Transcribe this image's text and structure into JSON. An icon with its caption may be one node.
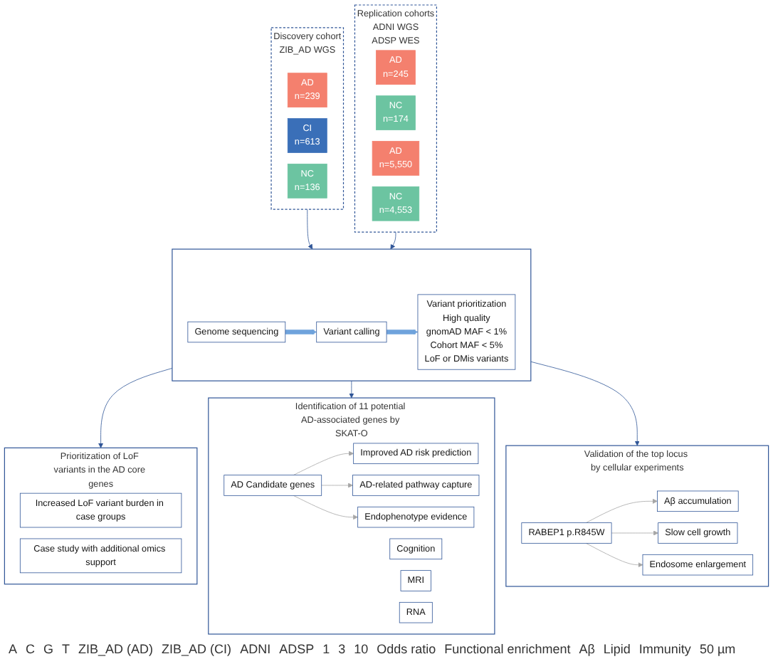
{
  "diagram": {
    "nodes": [
      {
        "text": [
          "Discovery cohort",
          "ZIB_AD WGS"
        ]
      },
      {
        "text": [
          "AD",
          "n=239"
        ],
        "in": 0
      },
      {
        "text": [
          "CI",
          "n=613"
        ],
        "in": 0
      },
      {
        "text": [
          "NC",
          "n=136"
        ],
        "in": 0
      },
      {
        "text": [
          "Replication cohorts",
          "ADNI WGS",
          "ADSP WES"
        ]
      },
      {
        "text": [
          "AD",
          "n=245"
        ],
        "in": 4
      },
      {
        "text": [
          "NC",
          "n=174"
        ],
        "in": 4
      },
      {
        "text": [
          "AD",
          "n=5,550"
        ],
        "in": 4
      },
      {
        "text": [
          "NC",
          "n=4,553"
        ],
        "in": 4
      },
      {
        "text": [],
        "shape": "box"
      },
      {
        "text": [
          "Genome sequencing"
        ],
        "in": 9
      },
      {
        "text": [
          "Variant calling"
        ],
        "in": 9
      },
      {
        "text": [
          "Variant prioritization",
          "High quality",
          "gnomAD MAF < 1%",
          "Cohort MAF < 5%",
          "LoF or DMis variants"
        ],
        "in": 9
      },
      {
        "text": [
          "Prioritization of LoF variants in the AD core genes"
        ]
      },
      {
        "text": [
          "Increased LoF variant burden in case groups"
        ],
        "in": 13
      },
      {
        "text": [
          "Case study with additional omics support"
        ],
        "in": 13
      },
      {
        "text": [
          "Identification of 11 potential AD-associated genes by SKAT-O"
        ]
      },
      {
        "text": [
          "AD Candidate genes"
        ],
        "in": 16
      },
      {
        "text": [
          "Improved AD risk prediction"
        ],
        "in": 16
      },
      {
        "text": [
          "AD-related pathway capture"
        ],
        "in": 16
      },
      {
        "text": [
          "Endophenotype evidence"
        ],
        "in": 16
      },
      {
        "text": [
          "Cognition"
        ],
        "in": 16
      },
      {
        "text": [
          "MRI"
        ],
        "in": 16
      },
      {
        "text": [
          "RNA"
        ],
        "in": 16
      },
      {
        "text": [
          "Validation of the top locus by cellular experiments"
        ]
      },
      {
        "text": [
          "RABEP1 p.R845W"
        ],
        "in": 24
      },
      {
        "text": [
          "Aβ accumulation"
        ],
        "in": 24
      },
      {
        "text": [
          "Slow cell growth"
        ],
        "in": 24
      },
      {
        "text": [
          "Endosome enlargement"
        ],
        "in": 24
      }
    ],
    "edges": [
      {
        "from": 0,
        "to": 9,
        "arrow": "to",
        "color": "#2f5597"
      },
      {
        "from": 4,
        "to": 9,
        "arrow": "to",
        "color": "#2f5597"
      },
      {
        "from": 10,
        "to": 11,
        "arrow": "to",
        "style": "thick",
        "color": "#6fa3dc"
      },
      {
        "from": 11,
        "to": 12,
        "arrow": "to",
        "style": "thick",
        "color": "#6fa3dc"
      },
      {
        "from": 9,
        "to": 13,
        "arrow": "to",
        "color": "#2f5597"
      },
      {
        "from": 9,
        "to": 16,
        "arrow": "to",
        "color": "#2f5597"
      },
      {
        "from": 9,
        "to": 24,
        "arrow": "to",
        "color": "#2f5597"
      },
      {
        "from": 17,
        "to": 18,
        "arrow": "to",
        "color": "#a6a6a6"
      },
      {
        "from": 17,
        "to": 19,
        "arrow": "to",
        "color": "#a6a6a6"
      },
      {
        "from": 17,
        "to": 20,
        "arrow": "to",
        "color": "#a6a6a6"
      },
      {
        "from": 25,
        "to": 26,
        "arrow": "to",
        "color": "#a6a6a6"
      },
      {
        "from": 25,
        "to": 27,
        "arrow": "to",
        "color": "#a6a6a6"
      },
      {
        "from": 25,
        "to": 28,
        "arrow": "to",
        "color": "#a6a6a6"
      }
    ],
    "labels": [
      "A",
      "C",
      "G",
      "T",
      "ZIB_AD (AD)",
      "ZIB_AD (CI)",
      "ADNI",
      "ADSP",
      "1",
      "3",
      "10",
      "Odds ratio",
      "Functional enrichment",
      "Aβ",
      "Lipid",
      "Immunity",
      "50 µm"
    ]
  }
}
